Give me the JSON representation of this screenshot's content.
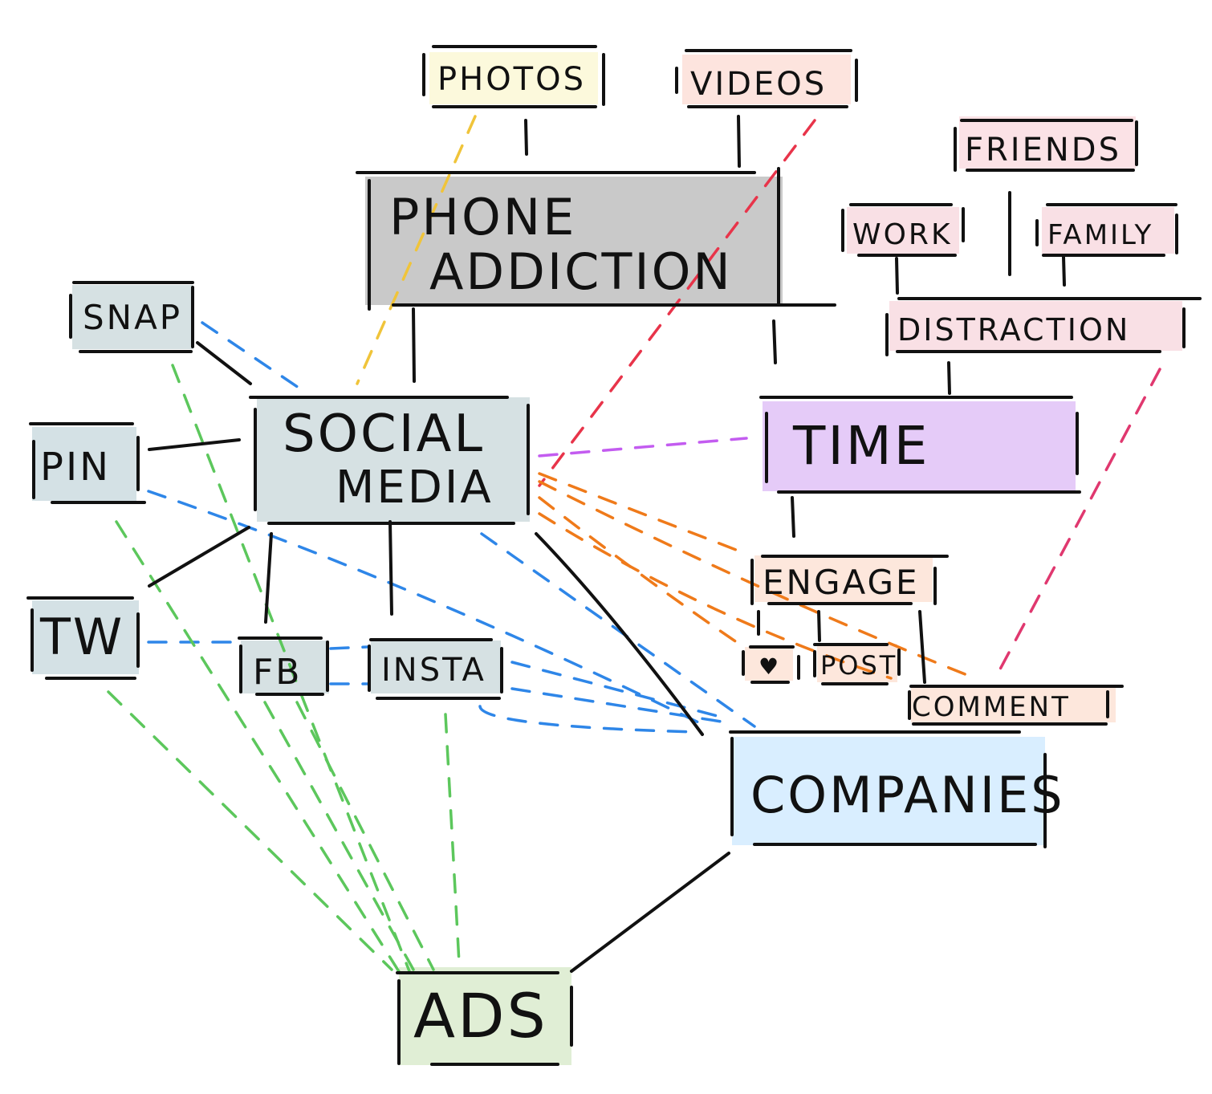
{
  "diagram": {
    "nodes": {
      "photos": "PHOTOS",
      "videos": "VIDEOS",
      "phone_addiction_1": "PHONE",
      "phone_addiction_2": "ADDICTION",
      "friends": "FRIENDS",
      "work": "WORK",
      "family": "FAMILY",
      "distraction": "DISTRACTION",
      "snap": "SNAP",
      "social_media_1": "SOCIAL",
      "social_media_2": "MEDIA",
      "time": "TIME",
      "pin": "PIN",
      "engage": "ENGAGE",
      "like": "♥",
      "post": "POST",
      "comment": "COMMENT",
      "tw": "TW",
      "fb": "FB",
      "insta": "INSTA",
      "companies": "COMPANIES",
      "ads": "ADS"
    },
    "colors": {
      "photos": "#fcf9dc",
      "videos": "#fde4de",
      "phone": "#c9c9c9",
      "distraction_group": "#f9e0e5",
      "social": "#d6e1e3",
      "time": "#e5cbf8",
      "engage_group": "#fde7dc",
      "companies": "#d9eeff",
      "ads": "#e0eed5",
      "edge_yellow": "#f0c43a",
      "edge_red": "#e8344a",
      "edge_purple": "#c35cf0",
      "edge_orange": "#ef7a1a",
      "edge_pink": "#e0386f",
      "edge_blue": "#2e86e8",
      "edge_green": "#5cc75c"
    }
  }
}
